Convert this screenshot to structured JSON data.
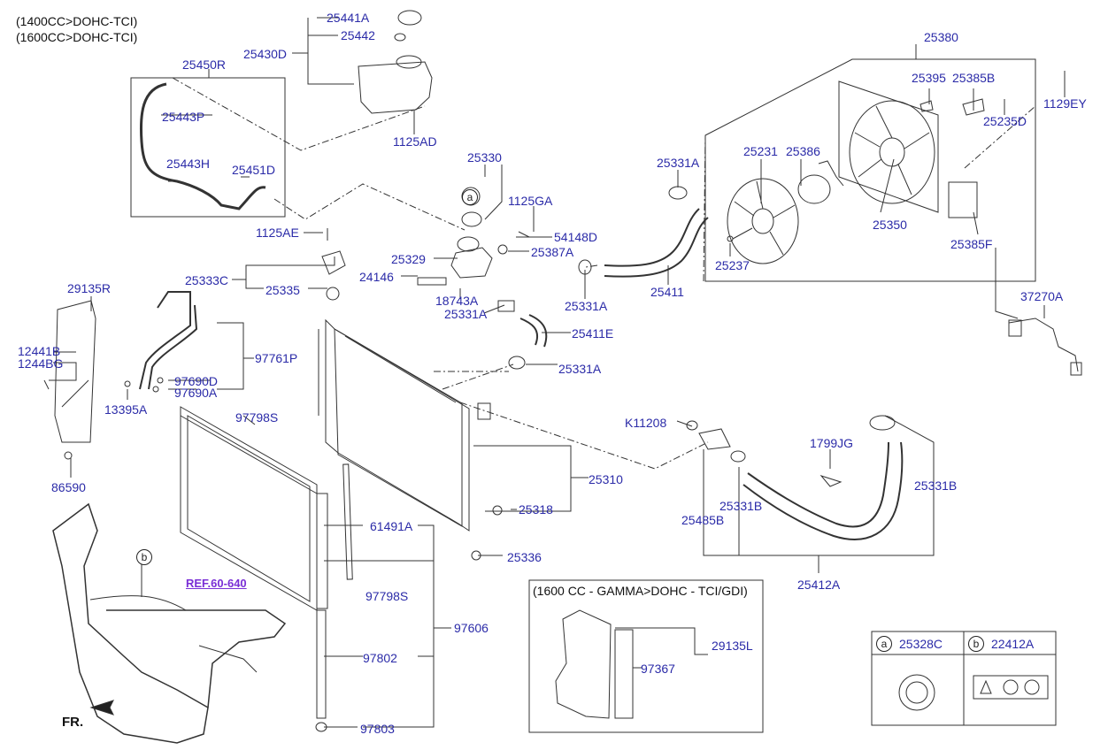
{
  "header": {
    "line1": "(1400CC>DOHC-TCI)",
    "line2": "(1600CC>DOHC-TCI)"
  },
  "labels": {
    "p25441A": "25441A",
    "p25442": "25442",
    "p25430D": "25430D",
    "p25450R": "25450R",
    "p25443P": "25443P",
    "p25443H": "25443H",
    "p25451D": "25451D",
    "p1125AD": "1125AD",
    "p25330": "25330",
    "p1125GA": "1125GA",
    "p54148D": "54148D",
    "p25387A": "25387A",
    "p25329": "25329",
    "p24146": "24146",
    "p18743A": "18743A",
    "p25331A_1": "25331A",
    "p25331A_2": "25331A",
    "p25331A_3": "25331A",
    "p25331A_4": "25331A",
    "p25411": "25411",
    "p25411E": "25411E",
    "p1125AE": "1125AE",
    "p25333C": "25333C",
    "p25335": "25335",
    "p29135R": "29135R",
    "p12441B": "12441B",
    "p1244BG": "1244BG",
    "p97761P": "97761P",
    "p97690D": "97690D",
    "p97690A": "97690A",
    "p13395A": "13395A",
    "p97798S_1": "97798S",
    "p86590": "86590",
    "p25380": "25380",
    "p25395": "25395",
    "p25385B": "25385B",
    "p1129EY": "1129EY",
    "p25235D": "25235D",
    "p25231": "25231",
    "p25386": "25386",
    "p25350": "25350",
    "p25385F": "25385F",
    "p25237": "25237",
    "p37270A": "37270A",
    "pK11208": "K11208",
    "p1799JG": "1799JG",
    "p25331B_1": "25331B",
    "p25331B_2": "25331B",
    "p25485B": "25485B",
    "p25412A": "25412A",
    "p25310": "25310",
    "p25318": "25318",
    "p25336": "25336",
    "p61491A": "61491A",
    "p97798S_2": "97798S",
    "p97606": "97606",
    "p97802": "97802",
    "p97803": "97803",
    "p29135L": "29135L",
    "p97367": "97367"
  },
  "ref": "REF.60-640",
  "fr": "FR.",
  "variant_note": "(1600 CC - GAMMA>DOHC - TCI/GDI)",
  "legend": {
    "a_symbol": "a",
    "a_part": "25328C",
    "b_symbol": "b",
    "b_part": "22412A"
  },
  "callouts": {
    "a": "a",
    "b": "b"
  },
  "colors": {
    "label": "#2b2ba8",
    "ref": "#7a2fd6",
    "line": "#333333"
  }
}
